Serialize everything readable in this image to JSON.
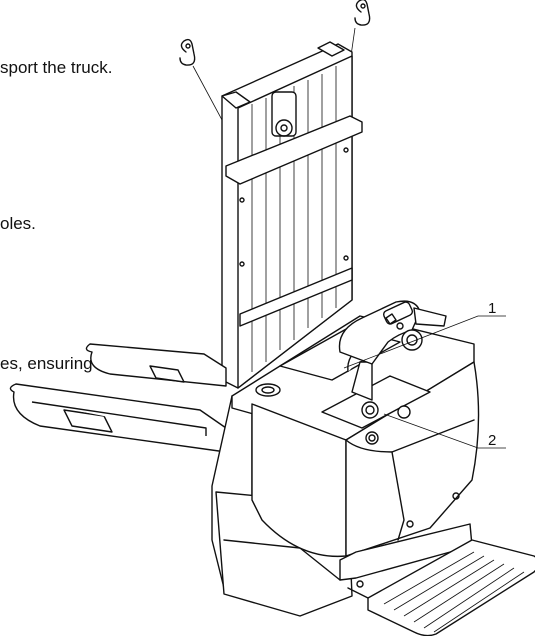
{
  "text_lines": [
    "sport the truck.",
    "oles.",
    "es, ensuring"
  ],
  "callouts": [
    "1",
    "2"
  ],
  "icons": [
    "lifting-hook-icon",
    "lifting-hook-icon"
  ]
}
